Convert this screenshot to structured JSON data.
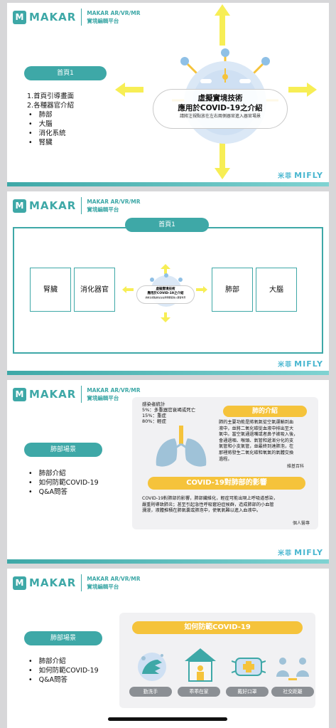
{
  "header": {
    "logo_letter": "M",
    "logo": "MAKAR",
    "sub1": "MAKAR AR/VR/MR",
    "sub2": "實境編輯平台"
  },
  "brand": {
    "cn": "米菲",
    "en": "MIFLY"
  },
  "slide1": {
    "pill": "首頁1",
    "list_numbered": [
      "1.首頁引導畫面",
      "2.各種器官介紹"
    ],
    "list_bullets": [
      "肺部",
      "大腦",
      "消化系統",
      "腎臟"
    ],
    "title1": "虛擬實境技術",
    "title2": "應用於COVID-19之介紹",
    "title3": "請將注視點放在左右兩側器官進入器官場景"
  },
  "slide2": {
    "pill": "首頁1",
    "organs_left": [
      "腎臟",
      "消化器官"
    ],
    "organs_right": [
      "肺部",
      "大腦"
    ],
    "mini_title1": "虛擬實境技術",
    "mini_title2": "應用於COVID-19之介紹",
    "mini_title3": "請將注視點放在左右兩側器官進入器官場景"
  },
  "slide3": {
    "pill": "肺部場景",
    "bullets": [
      "肺部介紹",
      "如何防範COVID-19",
      "Q&A問答"
    ],
    "stats": [
      "感染者統計",
      "5%：多重器官衰竭或死亡",
      "15%：重症",
      "80%：輕症"
    ],
    "lung_title": "肺的介紹",
    "lung_text": [
      "肺的主要功能是將氧氣從空氣運輸到血",
      "液中，並將二氧化碳從血液中排出至大",
      "氣中。當空氣通過嘴或者鼻子被吸入後，",
      "會通過咽、喉頭、氣管和遞漸分化的支",
      "氣管和小支氣管，並最終到達肺泡，在",
      "那裡將發生二氧化碳和氧氣的氣體交換",
      "過程。"
    ],
    "lung_source": "維基百科",
    "covid_title": "COVID-19對肺部的影響",
    "covid_text": [
      "COVID-19對肺部的影響，肺部纖維化，輕症可能出現上呼吸道感染，",
      "嚴重則導致肺炎；甚至引起急性呼吸窘迫症候群，造成肺部的小血管",
      "瀰漫，液體推積在肺氣囊或肺泡中，使氧氣難以進入血液中。"
    ],
    "covid_source": "個人醫專"
  },
  "slide4": {
    "pill": "肺部場景",
    "bullets": [
      "肺部介紹",
      "如何防範COVID-19",
      "Q&A問答"
    ],
    "title": "如何防範COVID-19",
    "tags": [
      "勤洗手",
      "乖乖在家",
      "戴好口罩",
      "社交距離"
    ]
  },
  "colors": {
    "teal": "#3ea8a7",
    "yellow": "#f5c33b",
    "arrow": "#f7ee55",
    "gray_tag": "#8b8f94"
  }
}
